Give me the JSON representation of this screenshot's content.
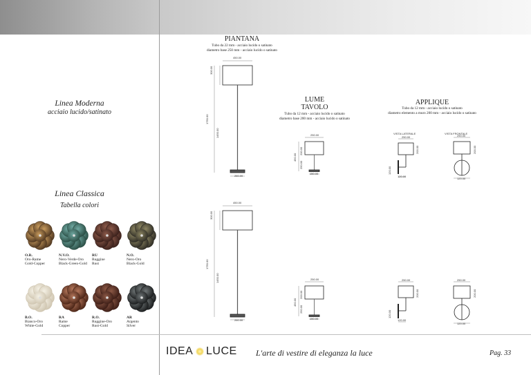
{
  "sidebar": {
    "moderna_title": "Linea Moderna",
    "moderna_sub": "acciaio lucido/satinato",
    "classica_title": "Linea Classica",
    "classica_sub": "Tabella colori",
    "swatches": [
      {
        "code": "O.R.",
        "it": "Oro-Rame",
        "en": "Gold-Copper",
        "colors": [
          "#4e3620",
          "#c79a5c"
        ]
      },
      {
        "code": "N.V.O.",
        "it": "Nero-Verde-Oro",
        "en": "Black-Green-Gold",
        "colors": [
          "#2a4d44",
          "#6fa7a0"
        ]
      },
      {
        "code": "RU",
        "it": "Ruggine",
        "en": "Rust",
        "colors": [
          "#3a201b",
          "#8c5a4a"
        ]
      },
      {
        "code": "N.O.",
        "it": "Nero-Oro",
        "en": "Black-Gold",
        "colors": [
          "#2e2c25",
          "#8b8460"
        ]
      },
      {
        "code": "B.O.",
        "it": "Bianco-Oro",
        "en": "White-Gold",
        "colors": [
          "#cfc5b0",
          "#f4f0e4"
        ]
      },
      {
        "code": "RA",
        "it": "Rame",
        "en": "Copper",
        "colors": [
          "#4a2416",
          "#b2755a"
        ]
      },
      {
        "code": "R.O.",
        "it": "Ruggine-Oro",
        "en": "Rust-Gold",
        "colors": [
          "#3d1e17",
          "#8a5744"
        ]
      },
      {
        "code": "AR",
        "it": "Argento",
        "en": "Silver",
        "colors": [
          "#1a1c1d",
          "#6e7475"
        ]
      }
    ]
  },
  "piantana": {
    "title": "PIANTANA",
    "desc1": "Tubo da 22 mm - acciaio lucido o satinato",
    "desc2": "diametro base 250 mm - acciaio lucido o satinato",
    "dims": {
      "w": "450.00",
      "h_shade": "300.00",
      "h_total": "1750.00",
      "h_stem": "1450.00",
      "base": "260.00"
    }
  },
  "lume": {
    "title1": "LUME",
    "title2": "TAVOLO",
    "desc1": "Tubo da 12 mm - acciaio lucido o satinato",
    "desc2": "diametro base 200 mm - acciaio lucido o satinato",
    "dims": {
      "w": "250.00",
      "h_total": "450.00",
      "h_shade": "200.00",
      "h_stem": "250.00",
      "base": "150.00"
    }
  },
  "applique": {
    "title": "APPLIQUE",
    "desc1": "Tubo da 12 mm - acciaio lucido o satinato",
    "desc2": "diametro elemento a muro 200 mm - acciaio lucido o satinato",
    "view_side": "VISTA LATERALE",
    "view_front": "VISTA FRONTALE",
    "dims": {
      "w": "250.00",
      "h_shade": "200.00",
      "h_side": "120.00",
      "depth": "120.00"
    }
  },
  "footer": {
    "brand_left": "IDEA",
    "brand_right": "LUCE",
    "tagline": "L'arte di vestire di eleganza la luce",
    "page": "Pag. 33"
  }
}
